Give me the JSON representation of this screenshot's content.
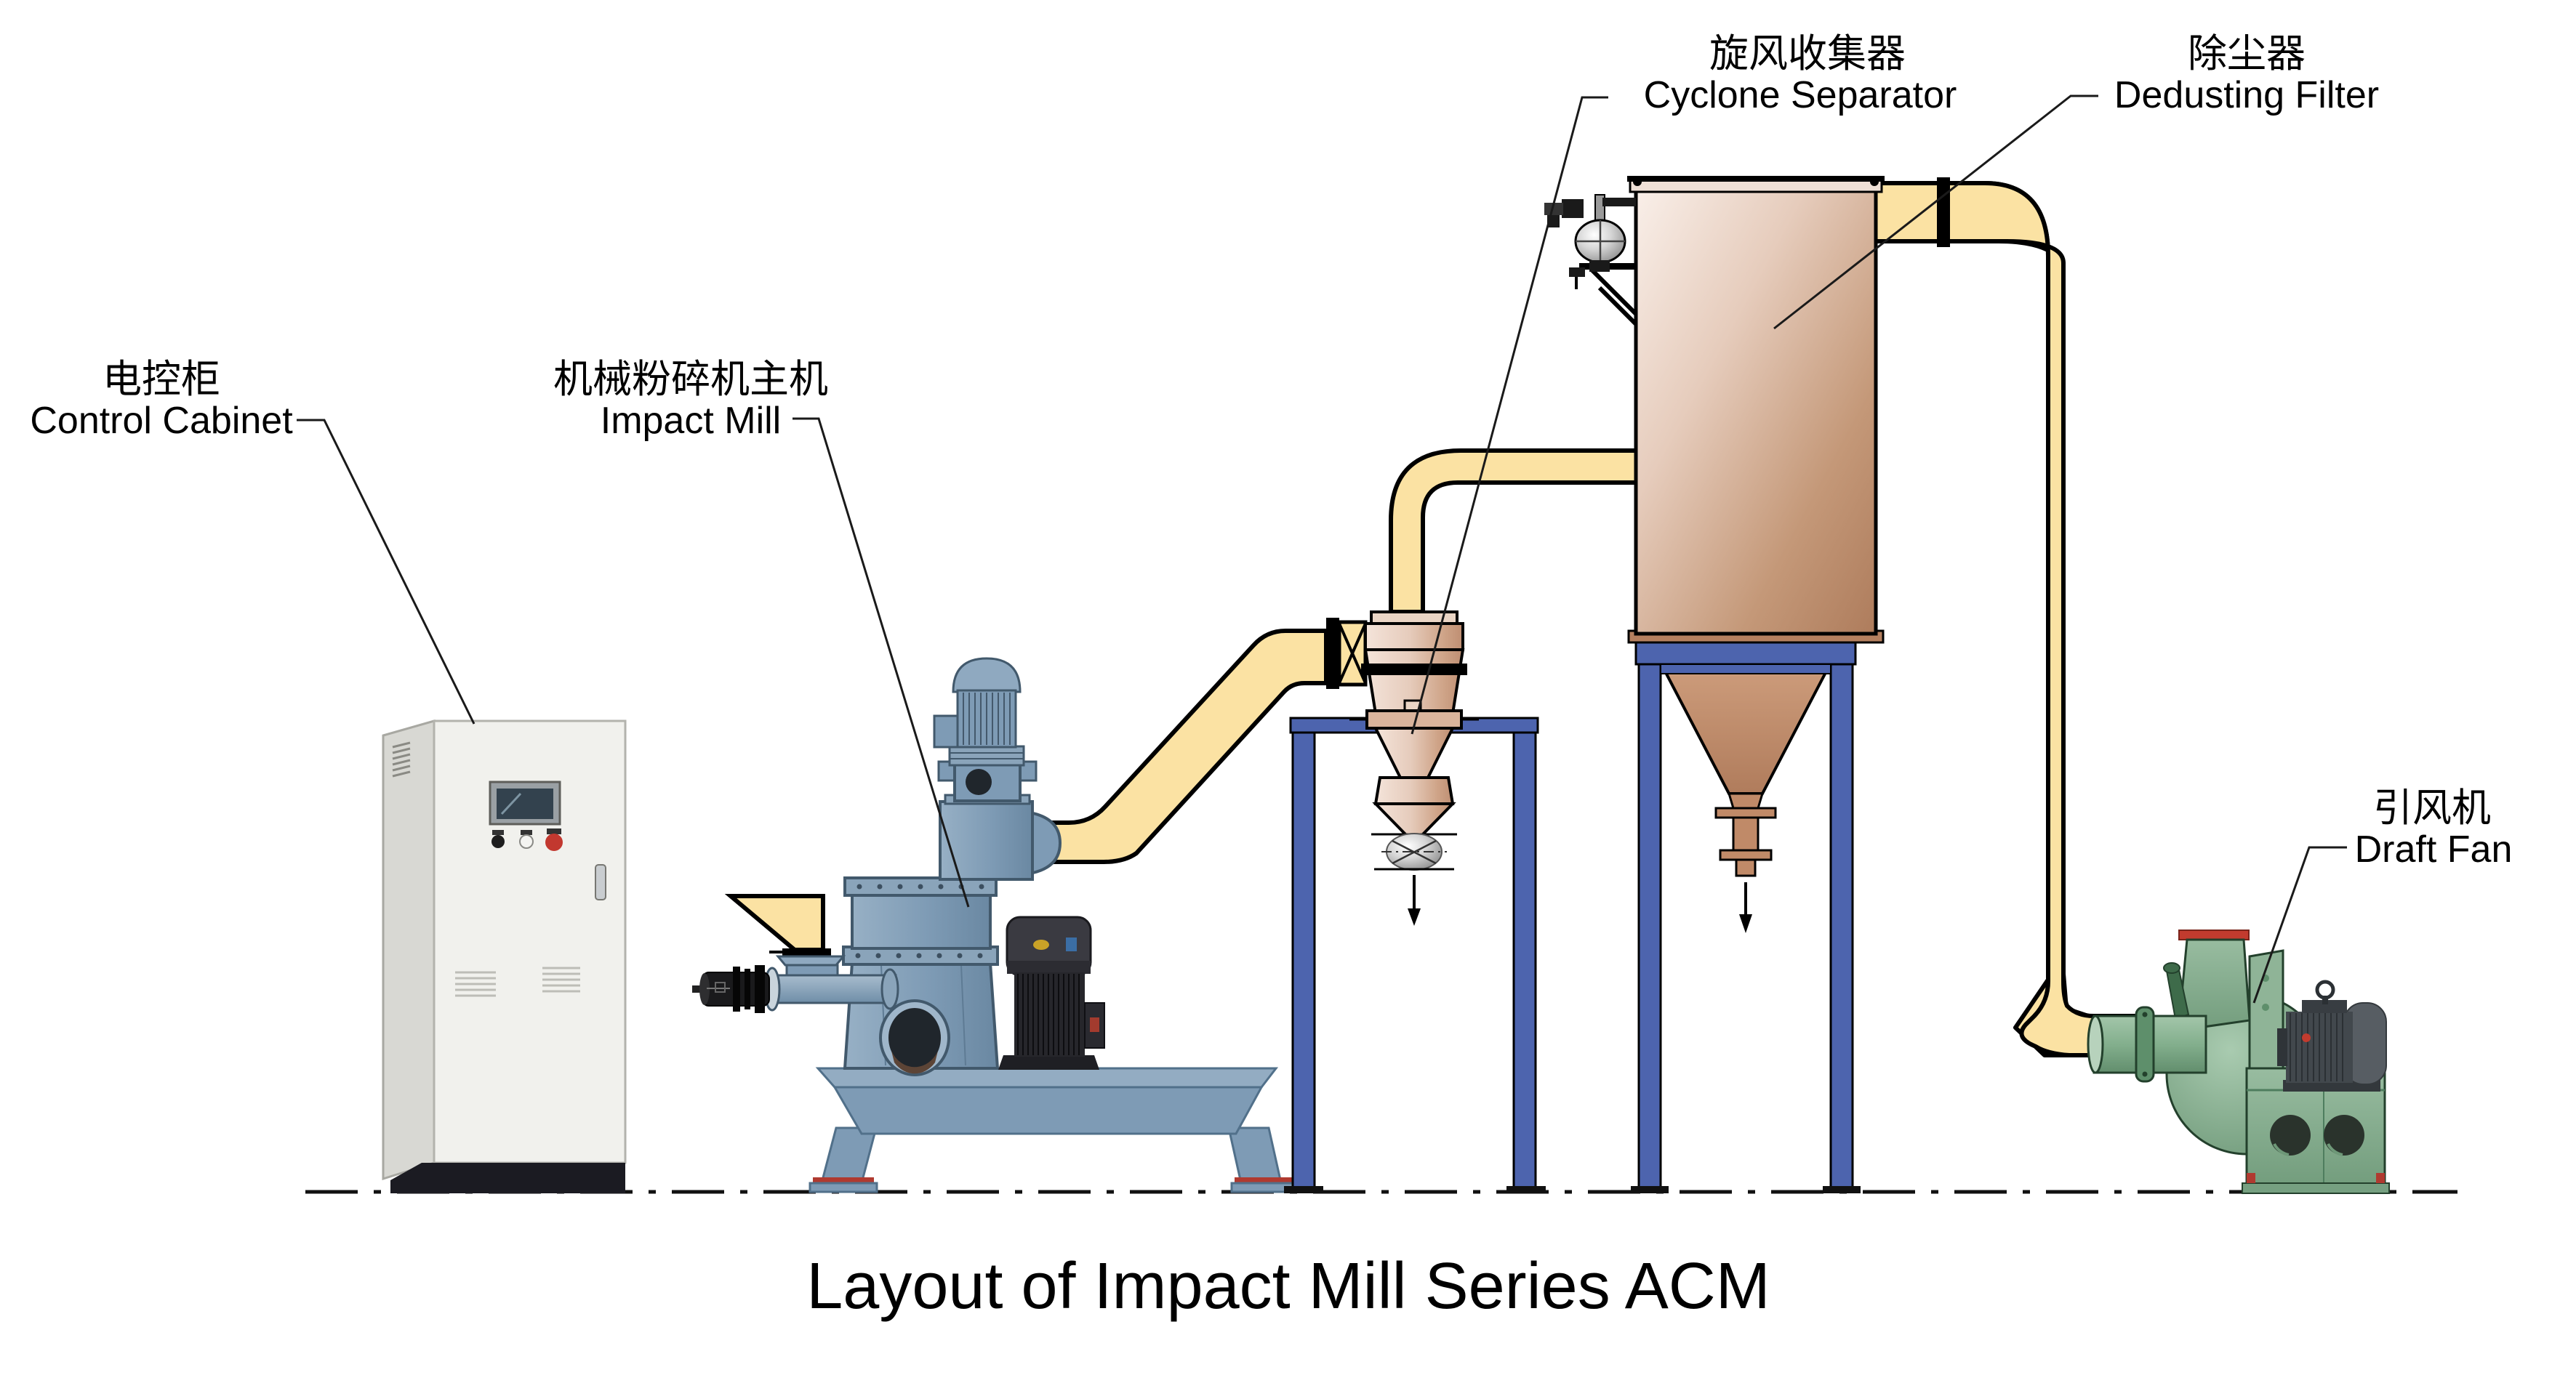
{
  "diagram": {
    "title": "Layout of Impact Mill Series ACM",
    "components": [
      {
        "id": "control-cabinet",
        "zh": "电控柜",
        "en": "Control Cabinet"
      },
      {
        "id": "impact-mill",
        "zh": "机械粉碎机主机",
        "en": "Impact Mill"
      },
      {
        "id": "cyclone-separator",
        "zh": "旋风收集器",
        "en": "Cyclone Separator"
      },
      {
        "id": "dedusting-filter",
        "zh": "除尘器",
        "en": "Dedusting Filter"
      },
      {
        "id": "draft-fan",
        "zh": "引风机",
        "en": "Draft Fan"
      }
    ],
    "colors": {
      "duct_yellow": "#FBE2A3",
      "stand_blue": "#4D64AE",
      "vessel_brown_light": "#F9EFE9",
      "vessel_brown_dark": "#AE7C5C",
      "mill_blue_gray": "#7E9BB5",
      "fan_green": "#83AF8D",
      "outline_black": "#000000"
    }
  }
}
